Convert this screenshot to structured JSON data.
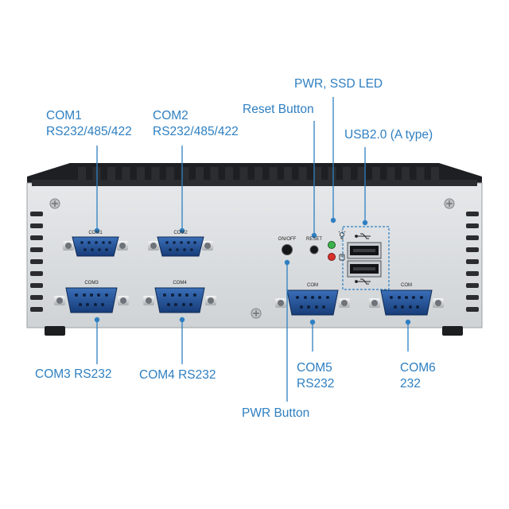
{
  "callouts": {
    "com1": {
      "line1": "COM1",
      "line2": "RS232/485/422"
    },
    "com2": {
      "line1": "COM2",
      "line2": "RS232/485/422"
    },
    "reset": "Reset Button",
    "pwr_ssd_led": "PWR, SSD LED",
    "usb": "USB2.0 (A type)",
    "com3": "COM3 RS232",
    "com4": "COM4 RS232",
    "com5": {
      "line1": "COM5",
      "line2": "RS232"
    },
    "com6": {
      "line1": "COM6",
      "line2": "232"
    },
    "pwr_button": "PWR Button"
  },
  "panel_labels": {
    "com1": "COM1",
    "com2": "COM2",
    "com3": "COM3",
    "com4": "COM4",
    "com5": "COM",
    "com6": "COM",
    "onoff": "ON/OFF",
    "reset": "RESET"
  },
  "colors": {
    "callout_text": "#2e7fc1",
    "leader_line": "#2e7fc1",
    "chassis": "#dcdfe2",
    "heatsink": "#1e1f22",
    "serial_port": "#1f4c8f",
    "led_green": "#3bb34a",
    "led_red": "#d8322b"
  },
  "icons": [
    "usb-icon",
    "lightbulb-icon",
    "disk-icon",
    "screw-icon",
    "fin-vent"
  ]
}
